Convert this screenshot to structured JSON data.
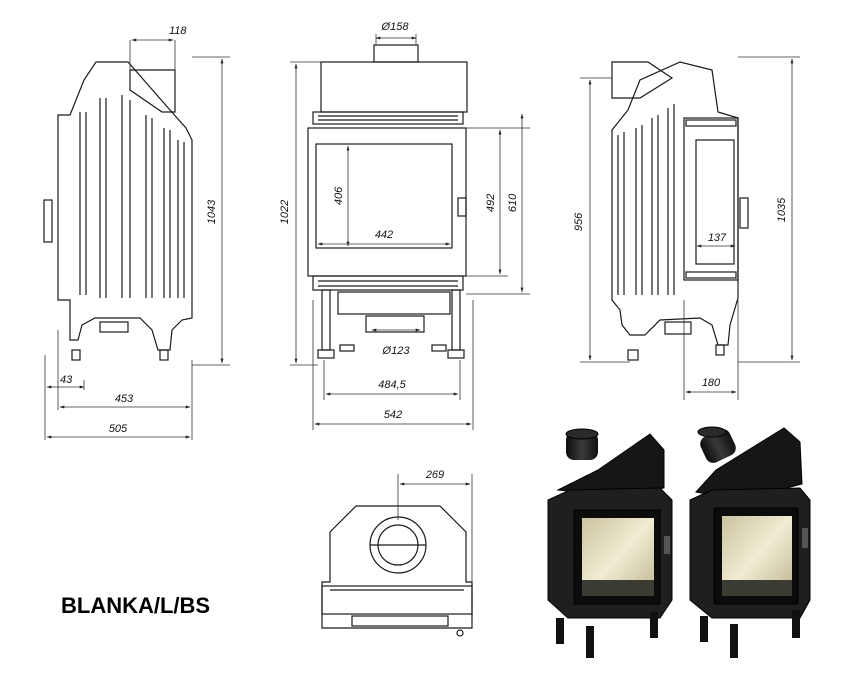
{
  "model_name": "BLANKA/L/BS",
  "side_view_left": {
    "dims": {
      "flue_offset": "118",
      "height": "1043",
      "leg_offset": "43",
      "depth_inner": "453",
      "depth_total": "505"
    }
  },
  "front_view": {
    "dims": {
      "flue_diameter": "Ø158",
      "height": "1022",
      "glass_height": "406",
      "glass_width": "442",
      "door_height": "492",
      "body_height": "610",
      "air_inlet": "Ø123",
      "leg_span": "484,5",
      "width": "542"
    }
  },
  "side_view_right": {
    "dims": {
      "height_to_flue": "956",
      "height": "1035",
      "glass_width": "137",
      "depth": "180"
    }
  },
  "top_view": {
    "dims": {
      "flue_offset": "269"
    }
  },
  "colors": {
    "line": "#1a1a1a",
    "dim_line": "#333333",
    "render_body": "#1c1c1c",
    "render_glass": "#e9e2c4"
  }
}
